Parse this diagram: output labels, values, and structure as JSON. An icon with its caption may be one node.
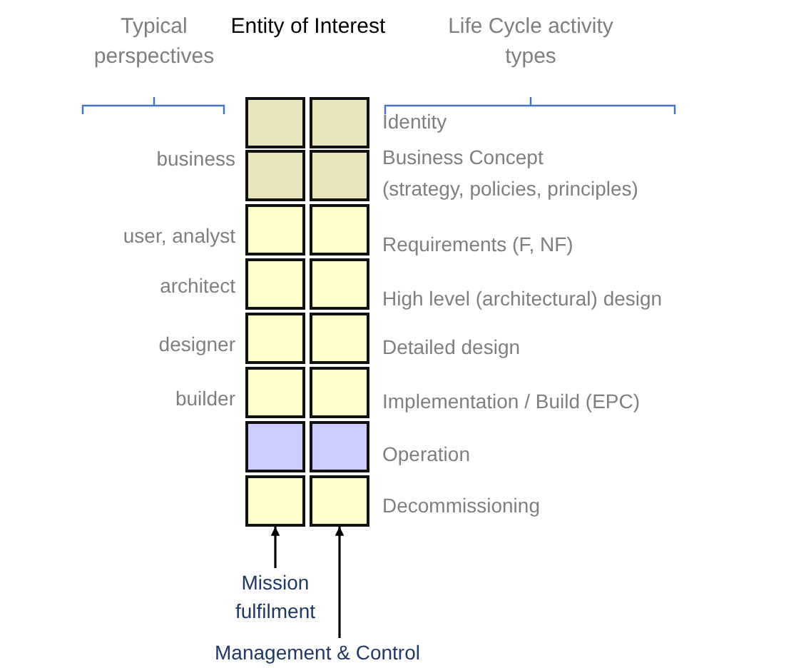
{
  "diagram": {
    "nodes": [
      {
        "text": [],
        "shape": "box"
      },
      {
        "text": [],
        "shape": "box"
      },
      {
        "text": [],
        "shape": "box"
      },
      {
        "text": [],
        "shape": "box"
      },
      {
        "text": [],
        "shape": "box"
      },
      {
        "text": [],
        "shape": "box"
      },
      {
        "text": [],
        "shape": "box"
      },
      {
        "text": [],
        "shape": "box"
      },
      {
        "text": [],
        "shape": "box"
      },
      {
        "text": [],
        "shape": "box"
      },
      {
        "text": [],
        "shape": "box"
      },
      {
        "text": [],
        "shape": "box"
      },
      {
        "text": [],
        "shape": "box"
      },
      {
        "text": [],
        "shape": "box"
      },
      {
        "text": [],
        "shape": "box"
      },
      {
        "text": [],
        "shape": "box"
      },
      {
        "text": [
          "Mission fulfilment"
        ]
      },
      {
        "text": [
          "Management & Control"
        ]
      }
    ],
    "edges": [
      {
        "from": 16,
        "to": 14,
        "arrow": "to"
      },
      {
        "from": 17,
        "to": 15,
        "arrow": "to"
      }
    ],
    "labels": [
      "Typical perspectives",
      "Entity of Interest",
      "Life Cycle activity types",
      "Identity",
      "business",
      "Business Concept",
      "(strategy, policies, principles)",
      "user, analyst",
      "Requirements (F, NF)",
      "architect",
      "High level (architectural) design",
      "designer",
      "Detailed design",
      "builder",
      "Implementation / Build (EPC)",
      "Operation",
      "Decommissioning"
    ]
  }
}
